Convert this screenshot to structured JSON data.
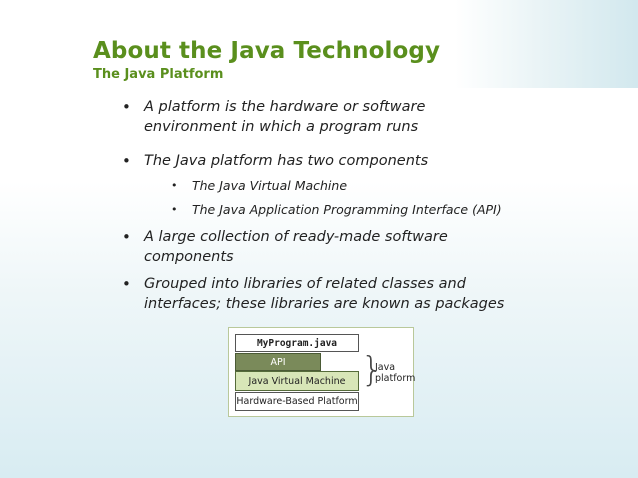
{
  "slide": {
    "title": "About the Java Technology",
    "subtitle": "The Java Platform"
  },
  "bullets": [
    {
      "level": 1,
      "lines": [
        "A platform is the hardware or software",
        "environment in which a program runs"
      ]
    },
    {
      "level": 1,
      "lines": [
        "The Java platform has two components"
      ]
    },
    {
      "level": 2,
      "lines": [
        "The Java Virtual Machine"
      ]
    },
    {
      "level": 2,
      "lines": [
        "The Java Application Programming Interface (API)"
      ]
    },
    {
      "level": 1,
      "lines": [
        "A large collection of ready-made software",
        "components"
      ]
    },
    {
      "level": 1,
      "lines": [
        "Grouped into libraries of related classes and",
        "interfaces; these libraries are known as packages"
      ]
    }
  ],
  "diagram": {
    "program": "MyProgram.java",
    "api": "API",
    "jvm": "Java Virtual Machine",
    "hardware": "Hardware-Based Platform",
    "brace_label_line1": "Java",
    "brace_label_line2": "platform"
  },
  "colors": {
    "title": "#5a8f1d",
    "api_layer": "#7a8a5a",
    "jvm_layer": "#d8e6b8"
  }
}
